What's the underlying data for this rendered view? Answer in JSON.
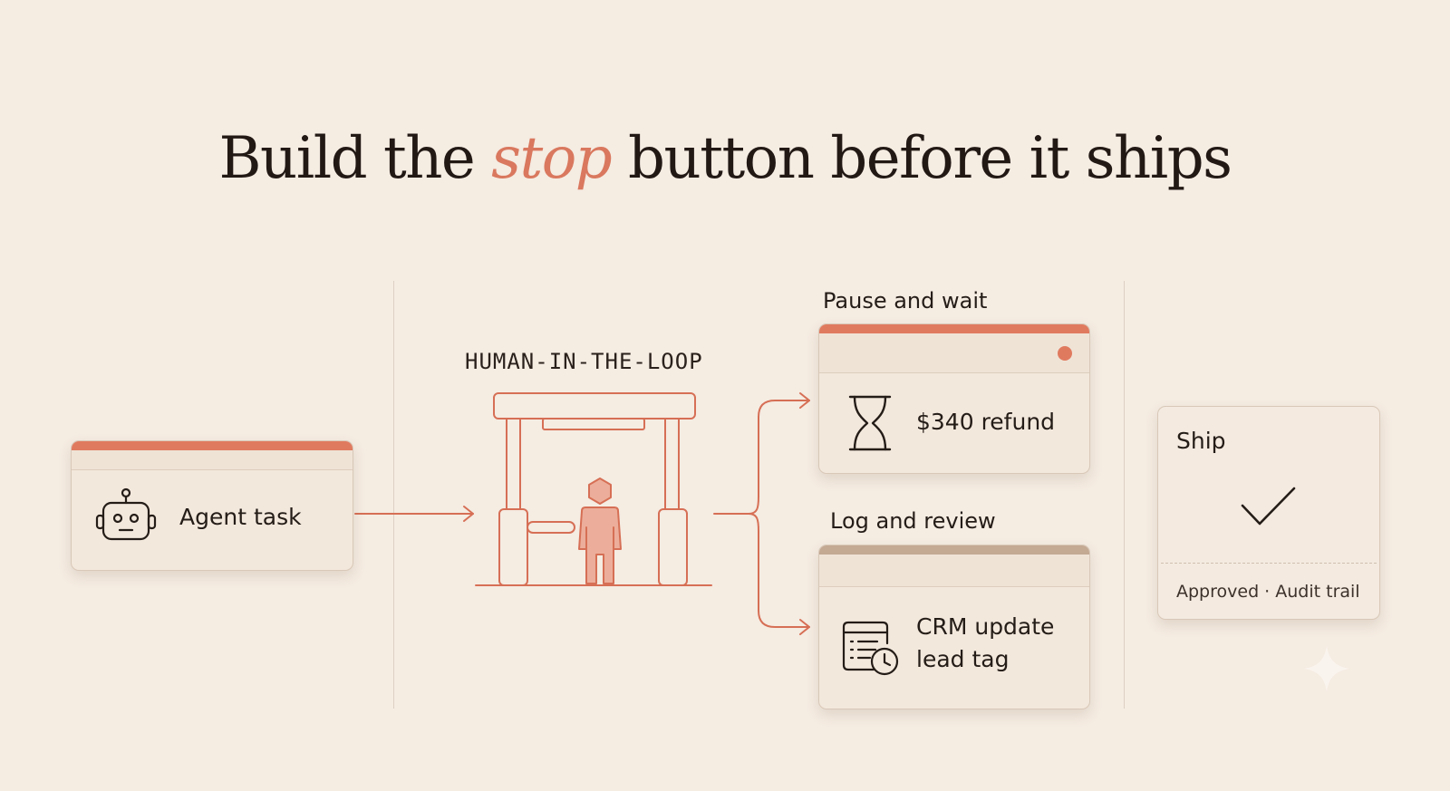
{
  "title": {
    "before": "Build the ",
    "accent": "stop",
    "after": " button before it ships"
  },
  "agent": {
    "label": "Agent task",
    "icon": "robot-icon"
  },
  "gate": {
    "label": "HUMAN-IN-THE-LOOP",
    "icon": "person-gate-icon"
  },
  "pause": {
    "heading": "Pause and wait",
    "item": "$340 refund",
    "icon": "hourglass-icon"
  },
  "review": {
    "heading": "Log and review",
    "line1": "CRM update",
    "line2": "lead tag",
    "icon": "list-clock-icon"
  },
  "ship": {
    "label": "Ship",
    "footer": "Approved · Audit trail",
    "icon": "checkmark-icon"
  },
  "colors": {
    "accent": "#d9785e",
    "background": "#f5ece2",
    "muted_bar": "#c4a993",
    "line": "#d66f55"
  }
}
